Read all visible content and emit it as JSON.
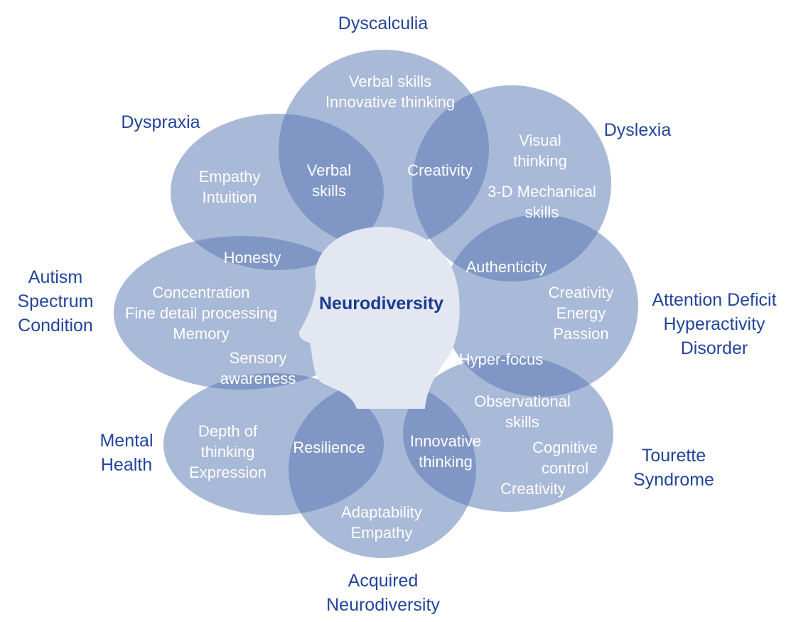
{
  "diagram": {
    "center_label": "Neurodiversity",
    "categories": {
      "dyscalculia": "Dyscalculia",
      "dyslexia": "Dyslexia",
      "adhd": "Attention Deficit\nHyperactivity\nDisorder",
      "tourette": "Tourette\nSyndrome",
      "acquired": "Acquired\nNeurodiversity",
      "mental_health": "Mental\nHealth",
      "autism": "Autism\nSpectrum\nCondition",
      "dyspraxia": "Dyspraxia"
    },
    "traits": {
      "dyscalculia": "Verbal skills\nInnovative thinking",
      "dyscalculia_dyspraxia": "Verbal\nskills",
      "dyscalculia_dyslexia": "Creativity",
      "dyslexia_visual": "Visual\nthinking",
      "dyslexia_mechanical": "3-D Mechanical\nskills",
      "dyslexia_adhd": "Authenticity",
      "adhd": "Creativity\nEnergy\nPassion",
      "adhd_tourette": "Hyper-focus",
      "tourette_observational": "Observational\nskills",
      "tourette_cognitive": "Cognitive\ncontrol",
      "tourette_creativity": "Creativity",
      "tourette_acquired": "Innovative\nthinking",
      "acquired": "Adaptability\nEmpathy",
      "acquired_mental": "Resilience",
      "mental": "Depth of\nthinking\nExpression",
      "mental_autism": "Sensory\nawareness",
      "autism": "Concentration\nFine detail processing\nMemory",
      "autism_dyspraxia": "Honesty",
      "dyspraxia": "Empathy\nIntuition"
    }
  },
  "colors": {
    "petal": "#5b78b4",
    "head": "#e2e7f2",
    "category_text": "#23449b",
    "trait_text": "#ffffff"
  }
}
